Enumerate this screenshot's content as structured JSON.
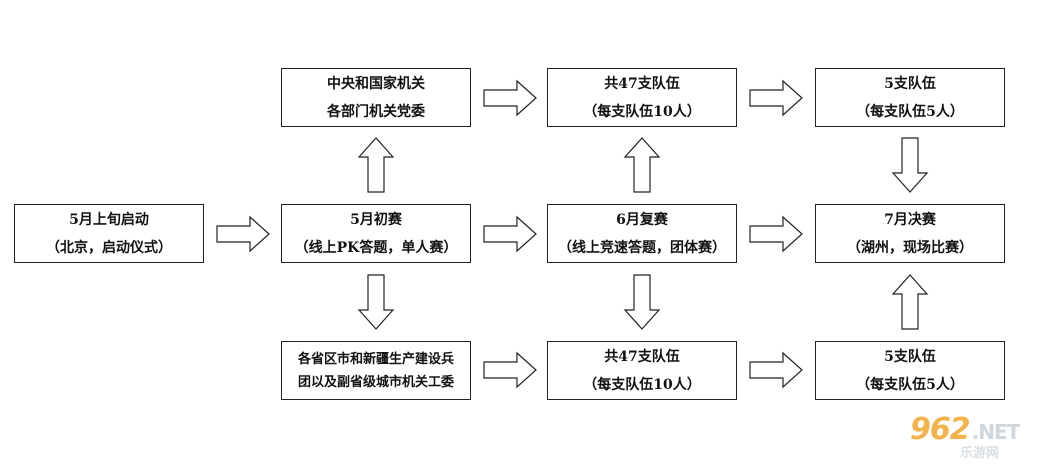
{
  "diagram": {
    "nodes": {
      "launch": {
        "line1": "5月上旬启动",
        "line2": "（北京，启动仪式）"
      },
      "central": {
        "line1": "中央和国家机关",
        "line2": "各部门机关党委"
      },
      "central_teams": {
        "line1": "共47支队伍",
        "line2": "（每支队伍10人）"
      },
      "central_final": {
        "line1": "5支队伍",
        "line2": "（每支队伍5人）"
      },
      "prelim": {
        "line1": "5月初赛",
        "line2": "（线上PK答题，单人赛）"
      },
      "rematch": {
        "line1": "6月复赛",
        "line2": "（线上竞速答题，团体赛）"
      },
      "final": {
        "line1": "7月决赛",
        "line2": "（湖州，现场比赛）"
      },
      "provincial": {
        "line1": "各省区市和新疆生产建设兵",
        "line2": "团以及副省级城市机关工委"
      },
      "prov_teams": {
        "line1": "共47支队伍",
        "line2": "（每支队伍10人）"
      },
      "prov_final": {
        "line1": "5支队伍",
        "line2": "（每支队伍5人）"
      }
    }
  },
  "watermark": {
    "logo": "962",
    "suffix": ".NET",
    "sub": "乐游网"
  }
}
